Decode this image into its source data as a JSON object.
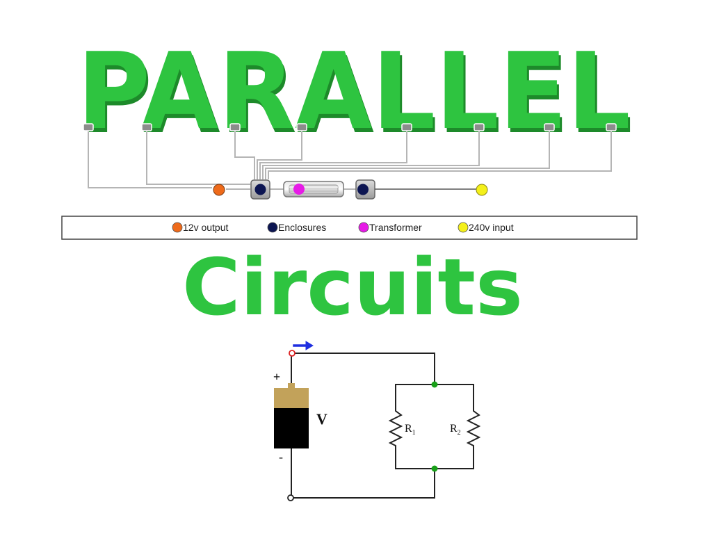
{
  "title": {
    "main": "PARALLEL",
    "sub": "Circuits"
  },
  "colors": {
    "title_green": "#2ec440",
    "title_shadow": "#1d8a2a",
    "wire_gray": "#b5b5b5",
    "output_orange": "#ee6a1a",
    "enclosure_navy": "#0c1552",
    "transformer_magenta": "#e61be6",
    "input_yellow": "#f4f01a",
    "battery_gold": "#c2a25a",
    "battery_black": "#000000",
    "junction_green": "#19a019",
    "current_arrow_blue": "#1f2fe0",
    "terminal_red": "#dd2020"
  },
  "legend": {
    "items": [
      {
        "label": "12v output",
        "color": "#ee6a1a"
      },
      {
        "label": "Enclosures",
        "color": "#0c1552"
      },
      {
        "label": "Transformer",
        "color": "#e61be6"
      },
      {
        "label": "240v input",
        "color": "#f4f01a"
      }
    ]
  },
  "circuit": {
    "battery_plus": "+",
    "battery_minus": "-",
    "voltage_label": "V",
    "resistor_1": {
      "letter": "R",
      "subscript": "1"
    },
    "resistor_2": {
      "letter": "R",
      "subscript": "2"
    }
  }
}
